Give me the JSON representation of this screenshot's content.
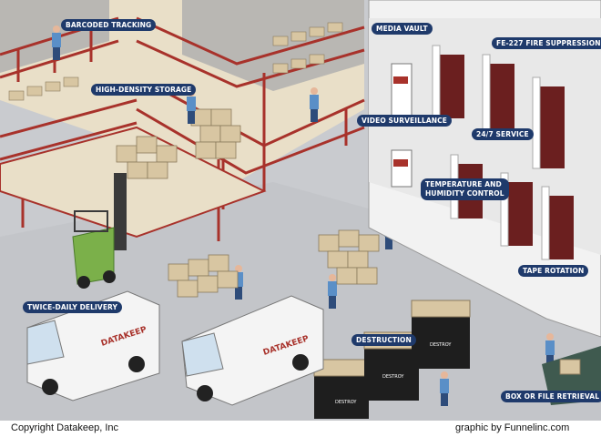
{
  "labels": {
    "barcoded_tracking": "BARCODED TRACKING",
    "high_density_storage": "HIGH-DENSITY STORAGE",
    "media_vault": "MEDIA VAULT",
    "fire_suppression": "FE-227 FIRE SUPPRESSION",
    "video_surveillance": "VIDEO SURVEILLANCE",
    "service": "24/7 SERVICE",
    "temp_humidity": "TEMPERATURE AND\nHUMIDITY CONTROL",
    "twice_daily_delivery": "TWICE-DAILY DELIVERY",
    "tape_rotation": "TAPE ROTATION",
    "destruction": "DESTRUCTION",
    "box_file_retrieval": "BOX OR FILE RETRIEVAL"
  },
  "truck_brand": "DATAKEEP",
  "bin_label": "DESTROY",
  "footer": {
    "copyright": "Copyright Datakeep, Inc",
    "credit": "graphic by Funnelinc.com"
  },
  "colors": {
    "navy": "#1f3a6b",
    "steel_red": "#a8322b",
    "cardboard": "#d8c6a2",
    "floor": "#c9cbcf"
  }
}
